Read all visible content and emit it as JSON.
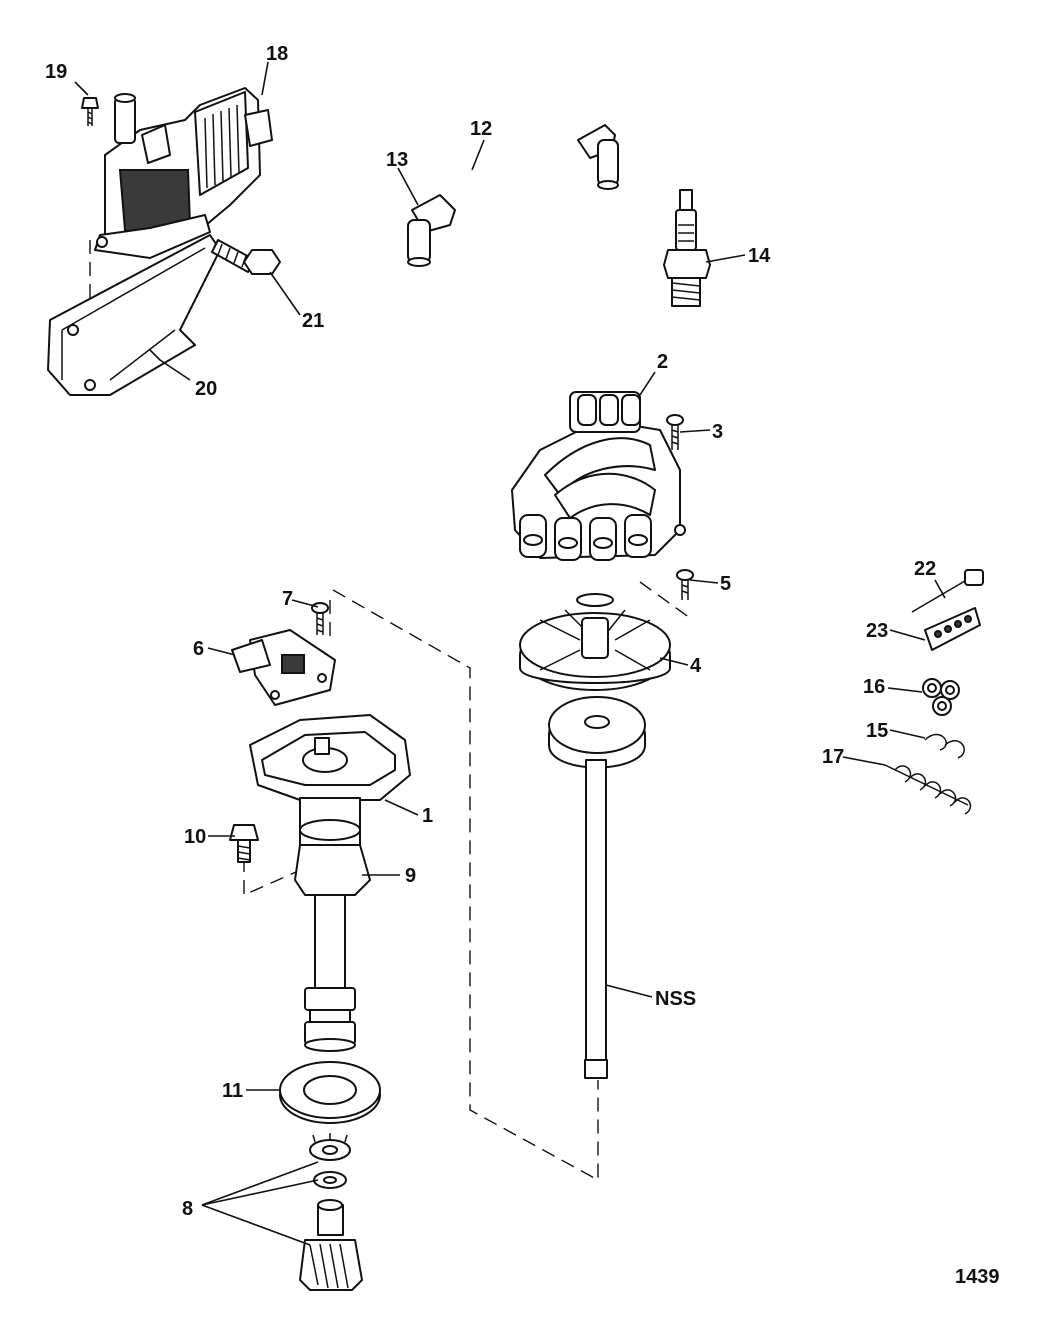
{
  "figure_number": "1439",
  "callouts": {
    "c1": "1",
    "c2": "2",
    "c3": "3",
    "c4": "4",
    "c5": "5",
    "c6": "6",
    "c7": "7",
    "c8": "8",
    "c9": "9",
    "c10": "10",
    "c11": "11",
    "c12": "12",
    "c13": "13",
    "c14": "14",
    "c15": "15",
    "c16": "16",
    "c17": "17",
    "c18": "18",
    "c19": "19",
    "c20": "20",
    "c21": "21",
    "c22": "22",
    "c23": "23",
    "nss": "NSS"
  }
}
